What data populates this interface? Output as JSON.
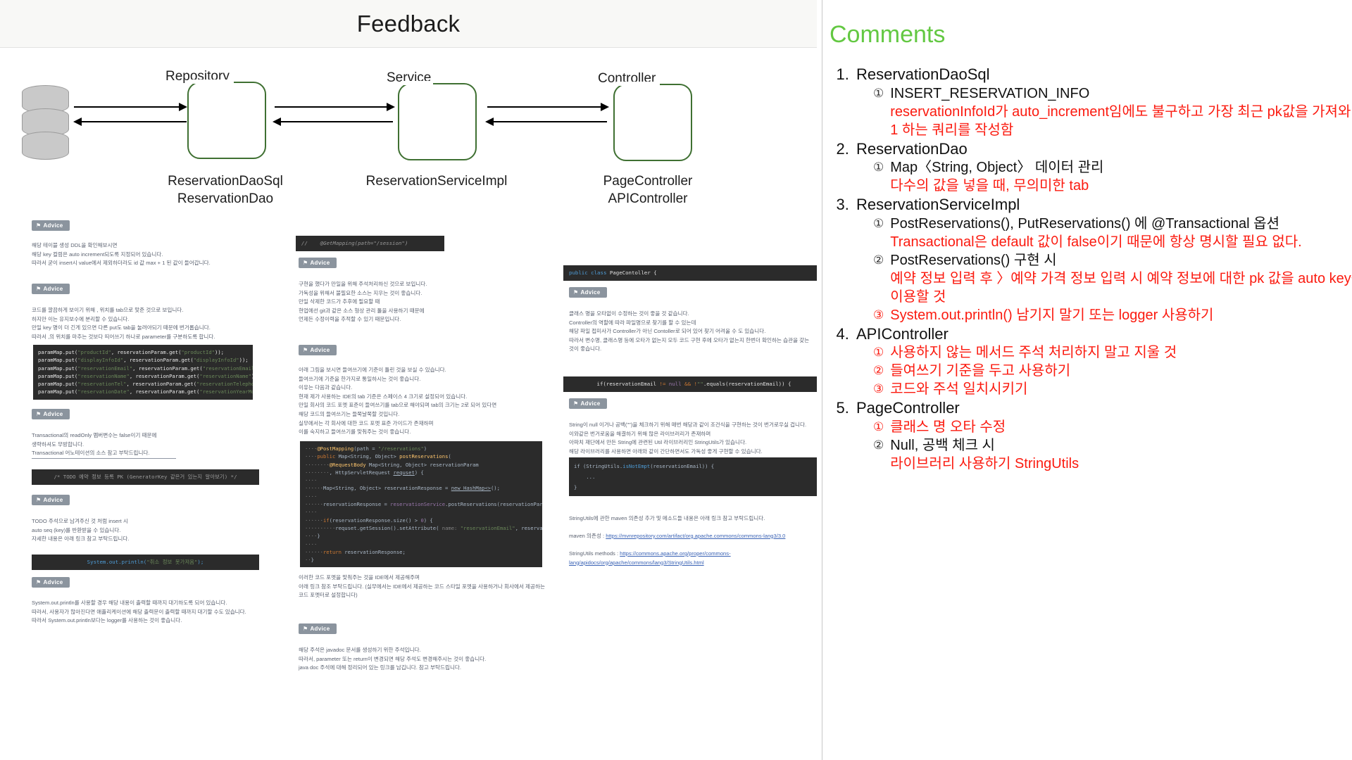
{
  "slide": {
    "title": "Feedback",
    "diagram": {
      "nodes": [
        {
          "label": "Repository",
          "caption": "ReservationDaoSql\nReservationDao"
        },
        {
          "label": "Service",
          "caption": "ReservationServiceImpl"
        },
        {
          "label": "Controller",
          "caption": "PageController\nAPIController"
        }
      ],
      "db_icon": "database-cylinder-icon",
      "accent_color": "#3f7032"
    },
    "advice_badge_label": "Advice",
    "col1": {
      "note1": "해당 테이블 생성 DDL을 확인해보시면\n해당 key 컬럼은 auto increment되도록 지정되어 있습니다.\n따라서 굳이 insert시 value에서 제외하더라도 id 값 max + 1 된 값이 들어갑니다.",
      "note2": "코드를 깔끔하게 보이기 위해 , 위치를 tab으로 맞준 것으로 보입니다.\n하지만 이는 유지보수에 분리할 수 있습니다.\n만일 key 명이 더 긴게 있으면 다른 put도 tab을 눌려야되기 때문에 번거롭습니다.\n따라서 ,의 위치를 마추는 것보다 띄어쓰기 하나로 parameter를 구분하도록 합니다.",
      "code1": [
        "paramMap.put(\"productId\", reservationParam.get(\"productId\"));",
        "paramMap.put(\"displayInfoId\", reservationParam.get(\"displayInfoId\"));",
        "paramMap.put(\"reservationEmail\", reservationParam.get(\"reservationEmail\"));",
        "paramMap.put(\"reservationName\", reservationParam.get(\"reservationName\"));",
        "paramMap.put(\"reservationTel\", reservationParam.get(\"reservationTelephone\"));",
        "paramMap.put(\"reservationDate\", reservationParam.get(\"reservationYearMonthDay\"));"
      ],
      "note3": "Transactional의 readOnly 멤버변수는 false이기 때문에\n생략하셔도 무방합니다.\nTransactional 어노테이션의 소스 참고 부탁드립니다.",
      "codebar1": "/* TODO 예약 정보 등록 PK (GeneratorKey 같은거 있는지 알아보기) */",
      "note4": "TODO 주석으로 남겨주신 것 처럼 insert 시\nauto seq (key)를 반환받을 수 있습니다.\n자세한 내용은 아래 링크 참고 부탁드립니다.",
      "codebar2": "System.out.println(\"취소 정보 못가져옴\");",
      "note5": "System.out.println를 사용할 경우 해당 내용이 출력할 때까지 대기하도록 되어 있습니다.\n따라서, 사용자가 많아진다면 애플리케이션에 해당 출력문이 출력할 때까지 대기할 수도 있습니다.\n따라서 System.out.println보다는 logger를 사용하는 것이 좋습니다."
    },
    "col2": {
      "codebar1": "//    @GetMapping(path=\"/session\")",
      "note1": "구현을 했다가 만일을 위해 주석처리하신 것으로 보입니다.\n가독성을 위해서 불필요한 소스는 지우는 것이 좋습니다.\n만일 삭제한 코드가 추후에 필요할 때\n현업에선 git과 같은 소스 형상 관리 툴을 사용하기 때문에\n언제든 수정이력을 추적할 수 있기 때문입니다.",
      "note2": "아래 그림을 보시면 들여쓰기에 기준이 틀린 것을 보실 수 있습니다.\n들여쓰기에 기준을 한가지로 통일하시는 것이 좋습니다.\n이유는 다음과 같습니다.\n현재 제가 사용하는 IDE의 tab 기준은 스페이스 4 크기로 설정되어 있습니다.\n만일 회사의 코드 포멧 표준이 들여쓰기를 tab으로 해야되며 tab의 크기는 2로 되어 있다면\n해당 코드의 들여쓰기는 들쭉날쭉할 것입니다.\n실무에서는 각 회사에 대한 코드 포멧 표준 가이드가 존재하며\n이를 숙지하고 들여쓰기를 맞춰주는 것이 좋습니다.",
      "code1": [
        "    @PostMapping(path = \"/reservations\")",
        "    public Map<String, Object> postReservations(",
        "            @RequestBody Map<String, Object> reservationParam",
        "            , HttpServletRequest requset) {",
        "",
        "        Map<String, Object> reservationResponse = new HashMap<>();",
        "",
        "        reservationResponse = reservationService.postReservations(reservationParam);",
        "",
        "        if(reservationResponse.size() > 0) {",
        "            requset.getSession().setAttribute( name: \"reservationEmail\", reservationParam.get(\"reservationEmail\"));",
        "        }",
        "",
        "        return reservationResponse;",
        "    }"
      ],
      "note3": "이러한 코드 포멧을 맞춰주는 것을 IDE에서 제공해주며\n아래 링크 참조 부탁드립니다. (실무에서는 IDE에서 제공하는 코드 스타일 포멧을 사용하거나 회사에서 제공하는 코드 포멧터로 설정합니다)",
      "note4": "해당 주석은 javadoc 문서를 생성하기 위한 주석입니다.\n따라서, parameter 또는 return이 변경되면 해당 주석도 변경해주시는 것이 좋습니다.\njava doc 주석에 대해 정리되어 있는 링크를 남깁니다. 참고 부탁드립니다."
    },
    "col3": {
      "codebar1": "public class PageContoller {",
      "note1": "클래스 명을 오타없이 수정하는 것이 좋을 것 같습니다.\nController의 역할에 따라 파일명으로 찾기를 할 수 있는데\n해당 파일 접미사가 Controller가 아닌 Contoller로 되어 있어 찾기 어려울 수 도 있습니다.\n따라서 변수명, 클래스명 등에 오타가 없는지 모두 코드 구현 후에 오타가 없는지 한번더 확인하는 습관을 갖는 것이 좋습니다.",
      "codebar2": "if(reservationEmail != null && !\"\".equals(reservationEmail)) {",
      "note2": "String이 null 이거나 공백(\"\")을 체크하기 위해 매번 해당과 같이 조건식을 구현하는 것이 번거로우실 겁니다.\n이와같은 번거로움을 해결하기 위해 많은 라이브러리가 존재하며\n아파치 재단에서 만든 String에 관련된 Util 라이브러리인 StringUtils가 있습니다.\n해당 라이브러리를 사용하면 아래와 같이 간단하면서도 가독성 좋게 구현할 수 있습니다.",
      "code1": [
        "if (StringUtils.isNotEmpt(reservationEmail)) {",
        "    ...",
        "}"
      ],
      "note3_pre": "StringUtils에 관한 maven 의존성 추가 및 메소드들 내용은 아래 링크 참고 부탁드립니다.",
      "note3_maven_label": "maven 의존성 : ",
      "note3_maven_link": "https://mvnrepository.com/artifact/org.apache.commons/commons-lang3/3.0",
      "note3_methods_label": "StringUtils methods : ",
      "note3_methods_link": "https://commons.apache.org/proper/commons-lang/apidocs/org/apache/commons/lang3/StringUtils.html"
    }
  },
  "comments": {
    "title": "Comments",
    "title_color": "#63c842",
    "accent_red": "#fb1a0f",
    "items": [
      {
        "num": "1.",
        "title": "ReservationDaoSql",
        "subs": [
          {
            "marker": "①",
            "marker_red": false,
            "black": "INSERT_RESERVATION_INFO",
            "red": "reservationInfoId가 auto_increment임에도 불구하고 가장 최근 pk값을 가져와 + 1 하는 쿼리를 작성함"
          }
        ]
      },
      {
        "num": "2.",
        "title": "ReservationDao",
        "subs": [
          {
            "marker": "①",
            "marker_red": false,
            "black": "Map〈String, Object〉 데이터 관리",
            "red": "다수의 값을 넣을 때, 무의미한 tab"
          }
        ]
      },
      {
        "num": "3.",
        "title": "ReservationServiceImpl",
        "subs": [
          {
            "marker": "①",
            "marker_red": false,
            "black": "PostReservations(), PutReservations() 에 @Transactional 옵션",
            "red": "Transactional은 default 값이 false이기 때문에 항상 명시할 필요 없다."
          },
          {
            "marker": "②",
            "marker_red": false,
            "black": "PostReservations() 구현 시",
            "red": "예약 정보 입력 후 〉예약 가격 정보 입력 시 예약 정보에 대한 pk 값을 auto key를 이용할 것"
          },
          {
            "marker": "③",
            "marker_red": true,
            "black": "",
            "red": "System.out.println() 남기지 말기 또는 logger 사용하기"
          }
        ]
      },
      {
        "num": "4.",
        "title": "APIController",
        "subs": [
          {
            "marker": "①",
            "marker_red": true,
            "black": "",
            "red": "사용하지 않는 메서드 주석 처리하지 말고 지울 것"
          },
          {
            "marker": "②",
            "marker_red": true,
            "black": "",
            "red": "들여쓰기 기준을 두고 사용하기"
          },
          {
            "marker": "③",
            "marker_red": true,
            "black": "",
            "red": "코드와 주석 일치시키기"
          }
        ]
      },
      {
        "num": "5.",
        "title": "PageController",
        "subs": [
          {
            "marker": "①",
            "marker_red": true,
            "black": "",
            "red": "클래스 명 오타 수정"
          },
          {
            "marker": "②",
            "marker_red": false,
            "black": "Null, 공백 체크 시",
            "red": "라이브러리 사용하기 StringUtils"
          }
        ]
      }
    ]
  }
}
